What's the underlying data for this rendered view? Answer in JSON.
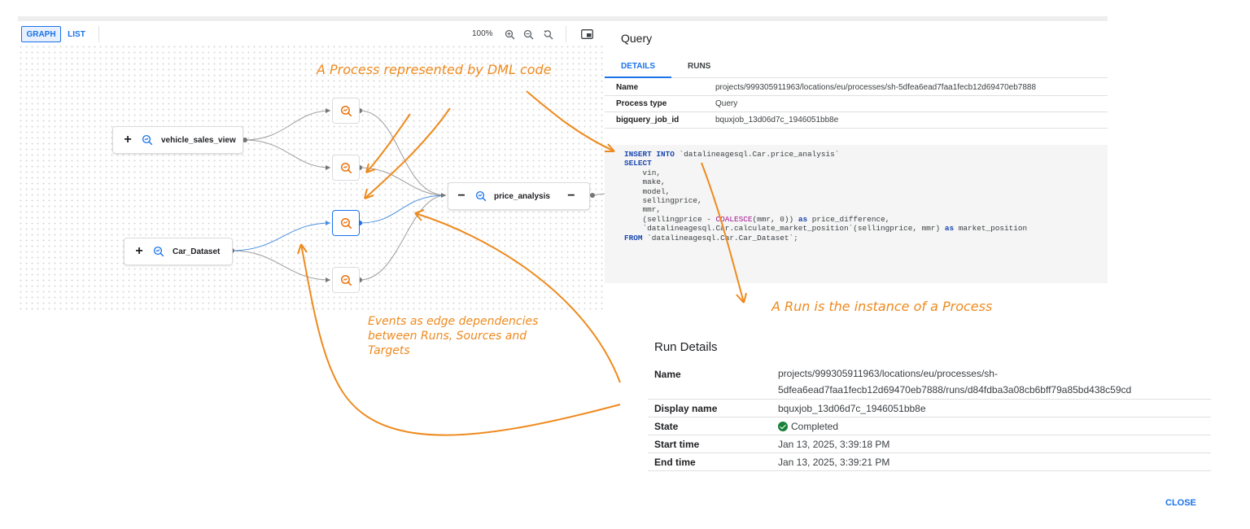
{
  "toolbar": {
    "graph_label": "GRAPH",
    "list_label": "LIST",
    "zoom_level": "100%"
  },
  "graph": {
    "source_nodes": [
      "vehicle_sales_view",
      "Car_Dataset"
    ],
    "target_node": "price_analysis",
    "expand_symbol": "+",
    "collapse_symbol": "−",
    "edge_color": "#9e9e9e",
    "highlight_color": "#4a8fe0",
    "run_icon_color": "#e8710a"
  },
  "query_panel": {
    "title": "Query",
    "tabs": [
      "DETAILS",
      "RUNS"
    ],
    "details": [
      {
        "key": "Name",
        "value": "projects/999305911963/locations/eu/processes/sh-5dfea6ead7faa1fecb12d69470eb7888"
      },
      {
        "key": "Process type",
        "value": "Query"
      },
      {
        "key": "bigquery_job_id",
        "value": "bquxjob_13d06d7c_1946051bb8e"
      }
    ],
    "code": {
      "l1_kw": "INSERT INTO",
      "l1_rest": " `datalineagesql.Car.price_analysis`",
      "l2_kw": "SELECT",
      "l3": "    vin,",
      "l4": "    make,",
      "l5": "    model,",
      "l6": "    sellingprice,",
      "l7": "    mmr,",
      "l8_a": "    (sellingprice - ",
      "l8_fn": "COALESCE",
      "l8_b": "(mmr, 0)) ",
      "l8_kw": "as",
      "l8_c": " price_difference,",
      "l9_a": "    `datalineagesql.Car.calculate_market_position`(sellingprice, mmr) ",
      "l9_kw": "as",
      "l9_c": " market_position",
      "l10_kw": "FROM",
      "l10_rest": " `datalineagesql.Car.Car_Dataset`;"
    }
  },
  "run_details": {
    "title": "Run Details",
    "name_label": "Name",
    "name_line1": "projects/999305911963/locations/eu/processes/sh-",
    "name_line2": "5dfea6ead7faa1fecb12d69470eb7888/runs/d84fdba3a08cb6bff79a85bd438c59cd",
    "display_name_label": "Display name",
    "display_name": "bquxjob_13d06d7c_1946051bb8e",
    "state_label": "State",
    "state": "Completed",
    "start_label": "Start time",
    "start_time": "Jan 13, 2025, 3:39:18 PM",
    "end_label": "End time",
    "end_time": "Jan 13, 2025, 3:39:21 PM",
    "close_label": "CLOSE",
    "state_color": "#188038"
  },
  "annotations": {
    "process": "A Process represented by DML code",
    "run": "A Run is the instance of a Process",
    "events_l1": "Events as edge dependencies",
    "events_l2": "between Runs, Sources and",
    "events_l3": "Targets",
    "color": "#ee8a1e"
  }
}
